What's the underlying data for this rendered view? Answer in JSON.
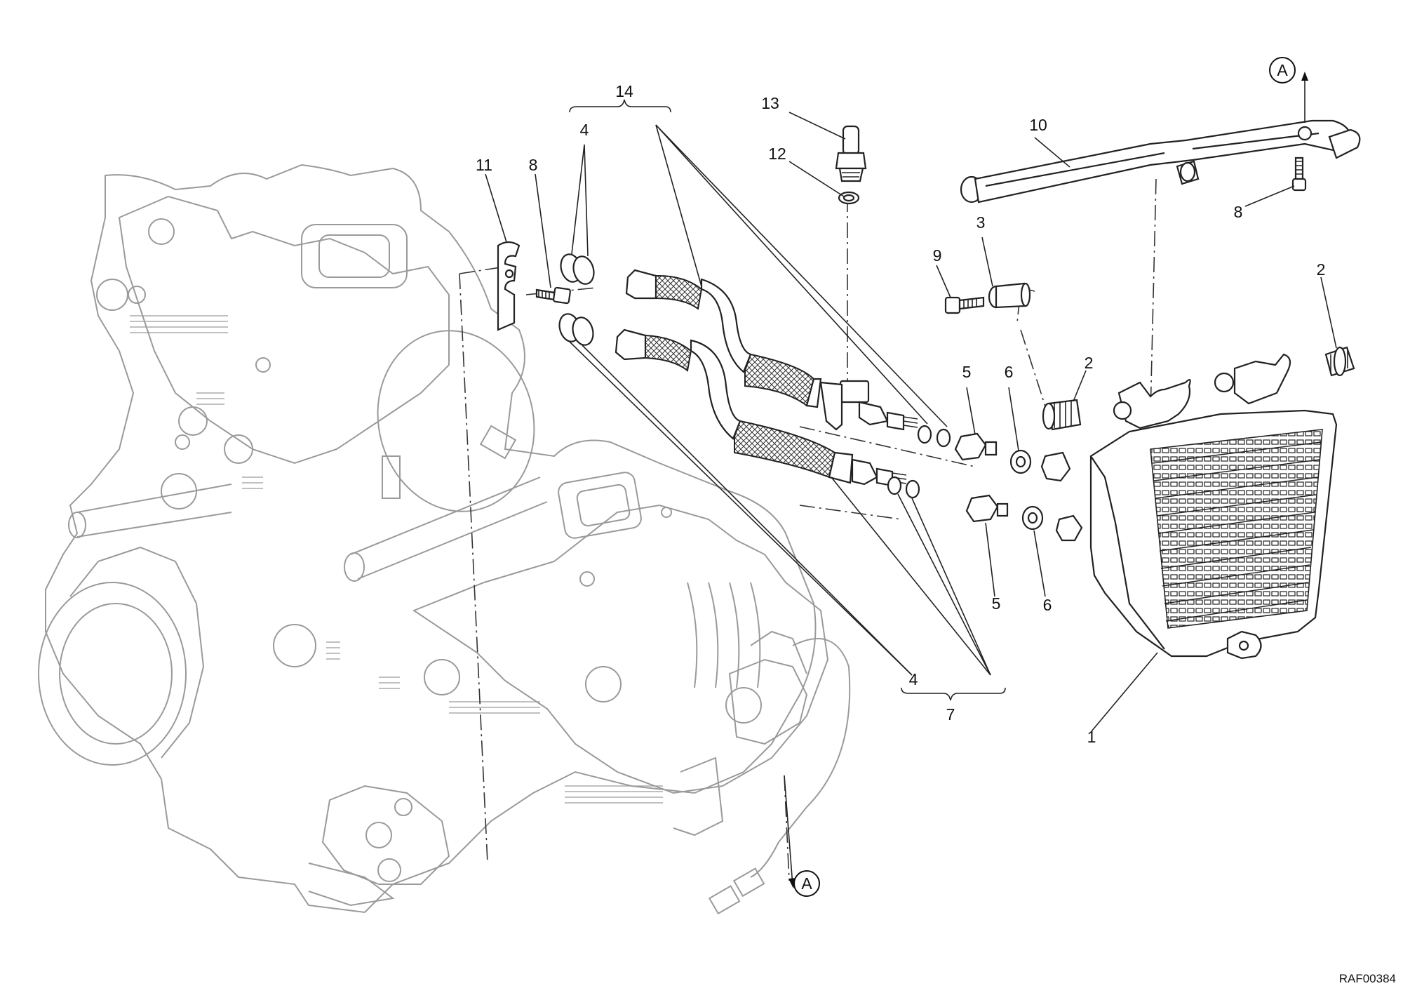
{
  "diagram": {
    "callouts": [
      {
        "id": "c1",
        "text": "1"
      },
      {
        "id": "c2a",
        "text": "2"
      },
      {
        "id": "c2b",
        "text": "2"
      },
      {
        "id": "c3",
        "text": "3"
      },
      {
        "id": "c4a",
        "text": "4"
      },
      {
        "id": "c4b",
        "text": "4"
      },
      {
        "id": "c5a",
        "text": "5"
      },
      {
        "id": "c5b",
        "text": "5"
      },
      {
        "id": "c6a",
        "text": "6"
      },
      {
        "id": "c6b",
        "text": "6"
      },
      {
        "id": "c7",
        "text": "7"
      },
      {
        "id": "c8a",
        "text": "8"
      },
      {
        "id": "c8b",
        "text": "8"
      },
      {
        "id": "c9",
        "text": "9"
      },
      {
        "id": "c10",
        "text": "10"
      },
      {
        "id": "c11",
        "text": "11"
      },
      {
        "id": "c12",
        "text": "12"
      },
      {
        "id": "c13",
        "text": "13"
      },
      {
        "id": "c14",
        "text": "14"
      }
    ],
    "connector_markers": [
      {
        "id": "a_top",
        "text": "A"
      },
      {
        "id": "a_bottom",
        "text": "A"
      }
    ],
    "reference_code": "RAF00384",
    "colors": {
      "line": "#222222",
      "engine": "#9a9a9a",
      "background": "#ffffff"
    }
  }
}
